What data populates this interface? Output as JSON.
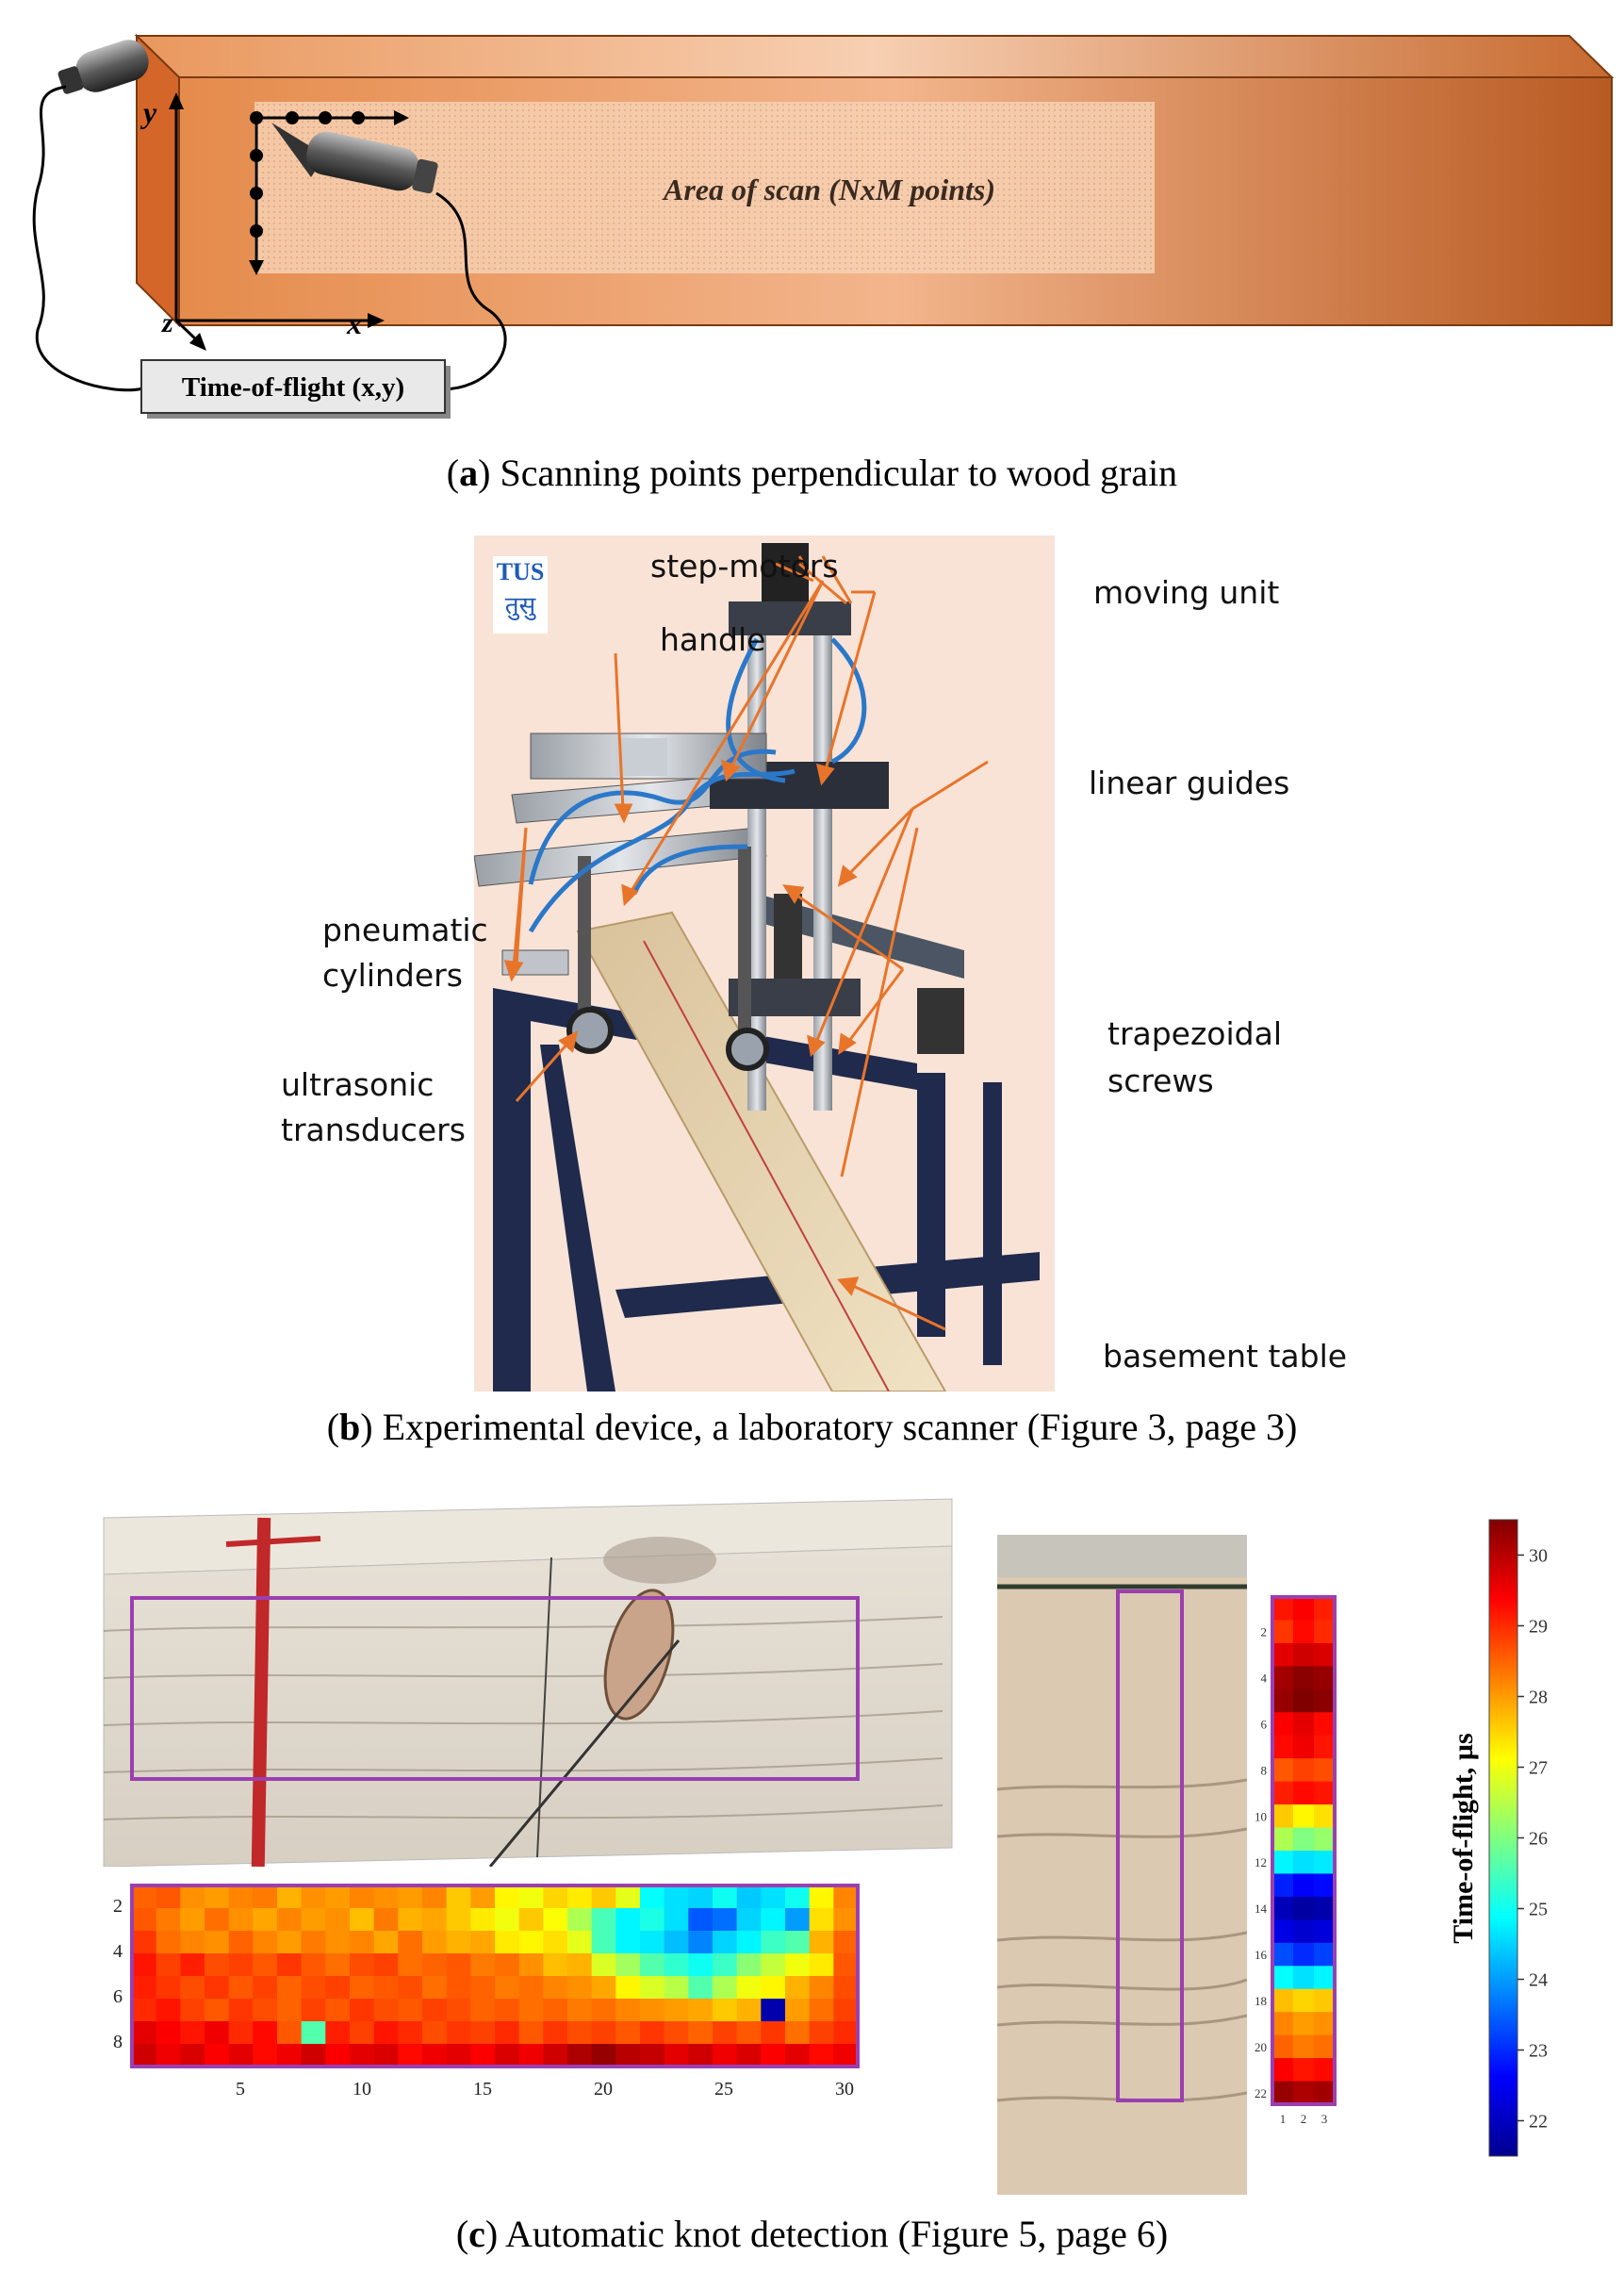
{
  "panel_a": {
    "area_label": "Area of scan (NxM points)",
    "tof_label": "Time-of-flight (x,y)",
    "axis_x": "x",
    "axis_y": "y",
    "axis_z": "z",
    "caption_letter": "a",
    "caption_text": " Scanning points perpendicular to wood grain"
  },
  "panel_b": {
    "logo_top": "TUS",
    "logo_bottom": "तुसु",
    "labels": {
      "step_motors": "step-motors",
      "moving_unit": "moving unit",
      "handle": "handle",
      "linear_guides": "linear guides",
      "pneumatic_cylinders_1": "pneumatic",
      "pneumatic_cylinders_2": "cylinders",
      "trapezoidal_screws_1": "trapezoidal",
      "trapezoidal_screws_2": "screws",
      "ultrasonic_transducers_1": "ultrasonic",
      "ultrasonic_transducers_2": "transducers",
      "basement_table": "basement table"
    },
    "caption_letter": "b",
    "caption_text": " Experimental device, a laboratory scanner (Figure 3, page 3)"
  },
  "panel_c": {
    "colorbar_label": "Time-of-flight, µs",
    "colorbar_ticks": [
      "30",
      "29",
      "28",
      "27",
      "26",
      "25",
      "24",
      "23",
      "22"
    ],
    "heatmap_y_ticks": [
      "2",
      "4",
      "6",
      "8"
    ],
    "heatmap_x_ticks": [
      "5",
      "10",
      "15",
      "20",
      "25",
      "30"
    ],
    "strip_y_ticks": [
      "2",
      "4",
      "6",
      "8",
      "10",
      "12",
      "14",
      "16",
      "18",
      "20",
      "22"
    ],
    "strip_x_ticks": [
      "1",
      "2",
      "3"
    ],
    "caption_letter": "c",
    "caption_text": " Automatic knot detection (Figure 5, page 6)"
  },
  "chart_data": [
    {
      "type": "heatmap",
      "title": "",
      "rows": 8,
      "cols": 30,
      "value_range": [
        21.5,
        30.5
      ],
      "unit": "µs",
      "values": [
        [
          28.5,
          28.6,
          28.1,
          28.0,
          28.2,
          28.3,
          27.8,
          28.1,
          28.0,
          28.2,
          28.1,
          28.0,
          28.2,
          27.6,
          28.0,
          27.2,
          27.0,
          27.5,
          27.3,
          27.6,
          26.9,
          24.9,
          24.6,
          24.5,
          25.0,
          24.4,
          24.6,
          25.0,
          27.2,
          28.2
        ],
        [
          28.6,
          28.3,
          28.0,
          28.4,
          28.1,
          27.9,
          28.2,
          28.0,
          28.1,
          27.7,
          28.3,
          27.8,
          27.9,
          27.6,
          27.3,
          27.0,
          27.6,
          27.1,
          26.4,
          25.5,
          24.8,
          25.1,
          24.6,
          23.4,
          23.6,
          24.5,
          24.8,
          24.0,
          27.4,
          28.1
        ],
        [
          28.9,
          28.4,
          28.2,
          28.1,
          28.5,
          28.2,
          28.0,
          28.3,
          28.1,
          28.2,
          27.9,
          28.4,
          28.0,
          27.8,
          27.9,
          27.3,
          27.2,
          27.4,
          26.9,
          25.5,
          24.8,
          24.7,
          24.3,
          23.8,
          24.5,
          24.8,
          25.4,
          25.6,
          27.8,
          28.5
        ],
        [
          29.2,
          28.8,
          29.1,
          28.7,
          28.8,
          28.6,
          28.9,
          28.6,
          28.4,
          28.7,
          28.8,
          28.4,
          28.5,
          28.6,
          28.3,
          28.4,
          28.1,
          27.7,
          27.8,
          26.8,
          26.3,
          25.6,
          25.3,
          25.0,
          25.4,
          26.1,
          26.6,
          27.0,
          27.3,
          28.6
        ],
        [
          29.1,
          28.9,
          28.7,
          28.9,
          28.6,
          28.8,
          28.5,
          28.7,
          28.8,
          28.5,
          28.6,
          28.7,
          28.4,
          28.6,
          28.5,
          28.3,
          28.4,
          28.2,
          28.1,
          27.9,
          27.2,
          26.8,
          26.5,
          25.6,
          26.4,
          27.0,
          27.2,
          27.8,
          28.2,
          28.7
        ],
        [
          29.0,
          29.2,
          28.8,
          28.6,
          28.9,
          28.7,
          28.5,
          28.8,
          28.6,
          28.9,
          28.7,
          28.6,
          28.8,
          28.7,
          28.5,
          28.6,
          28.4,
          28.5,
          28.3,
          28.4,
          28.2,
          28.1,
          28.0,
          27.9,
          27.6,
          27.8,
          21.9,
          28.0,
          28.4,
          28.8
        ],
        [
          29.6,
          29.4,
          29.2,
          29.5,
          29.0,
          29.3,
          28.6,
          25.6,
          29.1,
          28.8,
          29.2,
          29.0,
          28.7,
          28.9,
          28.8,
          29.0,
          28.6,
          28.9,
          28.7,
          28.8,
          28.6,
          28.9,
          28.7,
          28.5,
          28.8,
          28.6,
          28.9,
          28.4,
          28.8,
          29.0
        ],
        [
          29.8,
          29.5,
          29.7,
          29.4,
          29.6,
          29.3,
          29.5,
          29.8,
          29.4,
          29.6,
          29.7,
          29.3,
          29.5,
          29.6,
          29.4,
          29.7,
          29.5,
          29.8,
          30.1,
          30.3,
          30.0,
          29.9,
          29.6,
          29.8,
          29.5,
          29.7,
          29.4,
          29.6,
          29.3,
          29.5
        ]
      ],
      "ytick_labels": [
        "2",
        "4",
        "6",
        "8"
      ],
      "xtick_labels": [
        "5",
        "10",
        "15",
        "20",
        "25",
        "30"
      ]
    },
    {
      "type": "heatmap",
      "title": "",
      "rows": 22,
      "cols": 3,
      "value_range": [
        21.5,
        30.5
      ],
      "unit": "µs",
      "values": [
        [
          29.2,
          29.4,
          29.1
        ],
        [
          28.9,
          29.3,
          29.0
        ],
        [
          29.6,
          29.8,
          29.7
        ],
        [
          30.2,
          30.4,
          30.3
        ],
        [
          30.3,
          30.5,
          30.4
        ],
        [
          29.4,
          29.6,
          29.3
        ],
        [
          29.3,
          29.5,
          29.2
        ],
        [
          28.6,
          28.8,
          28.7
        ],
        [
          29.1,
          29.3,
          29.2
        ],
        [
          27.6,
          27.2,
          27.4
        ],
        [
          26.4,
          26.0,
          26.2
        ],
        [
          24.8,
          24.6,
          24.7
        ],
        [
          22.9,
          22.6,
          22.7
        ],
        [
          22.0,
          21.8,
          21.9
        ],
        [
          22.4,
          22.2,
          22.3
        ],
        [
          23.3,
          23.0,
          23.2
        ],
        [
          24.9,
          24.6,
          24.8
        ],
        [
          27.7,
          27.5,
          27.6
        ],
        [
          28.2,
          28.0,
          28.1
        ],
        [
          28.5,
          28.3,
          28.4
        ],
        [
          29.4,
          29.2,
          29.3
        ],
        [
          30.3,
          30.1,
          30.2
        ]
      ],
      "ytick_labels": [
        "2",
        "4",
        "6",
        "8",
        "10",
        "12",
        "14",
        "16",
        "18",
        "20",
        "22"
      ],
      "xtick_labels": [
        "1",
        "2",
        "3"
      ]
    }
  ],
  "colors": {
    "wood_orange": "#e07b3a",
    "wood_dark": "#b85a22",
    "callout_orange": "#e8742a",
    "purple_outline": "#9b3fb0",
    "photo_bg": "#f8e3d6"
  }
}
